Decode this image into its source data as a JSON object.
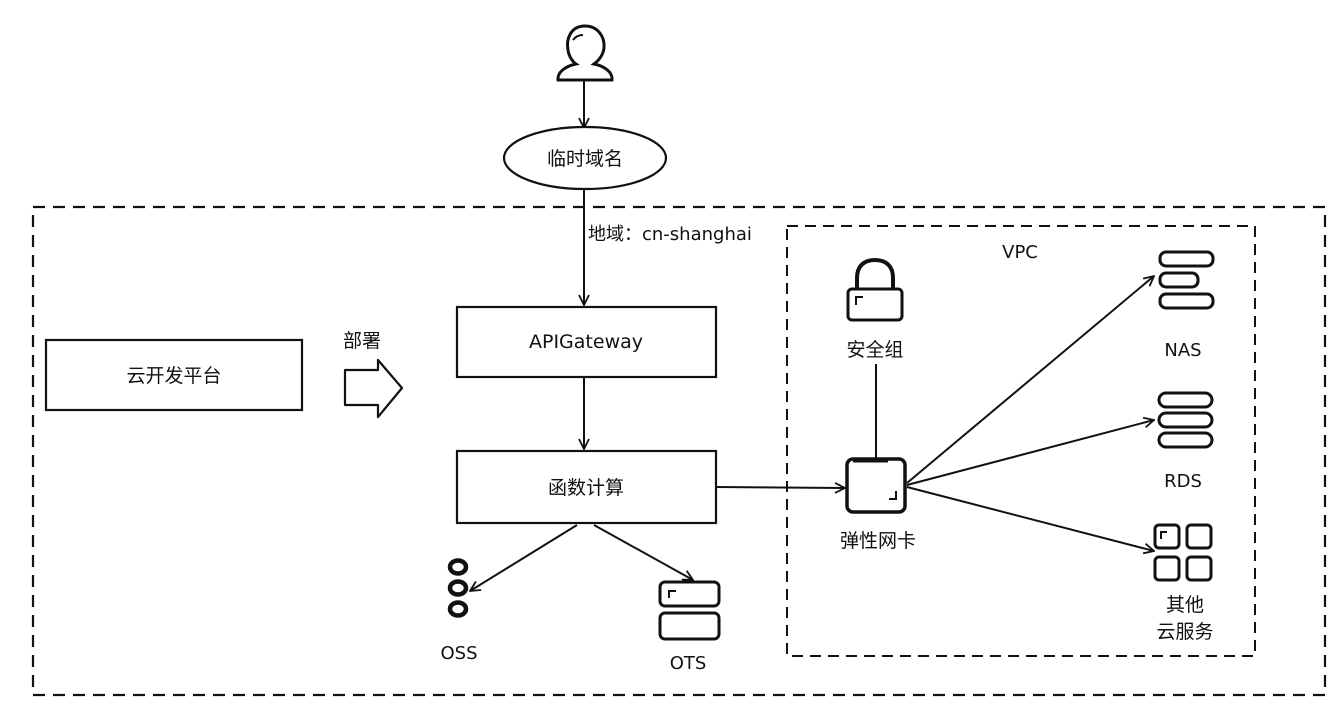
{
  "user_icon": "user-icon",
  "labels": {
    "temp_domain": "临时域名",
    "region": "地域：cn-shanghai",
    "vpc": "VPC",
    "cloud_dev_platform": "云开发平台",
    "deploy": "部署",
    "api_gateway": "APIGateway",
    "function_compute": "函数计算",
    "oss": "OSS",
    "ots": "OTS",
    "security_group": "安全组",
    "eni": "弹性网卡",
    "nas": "NAS",
    "rds": "RDS",
    "other_services_line1": "其他",
    "other_services_line2": "云服务"
  },
  "icons": {
    "oss": "oss-storage-icon",
    "ots": "ots-table-icon",
    "security_group": "lock-icon",
    "eni": "network-card-icon",
    "nas": "nas-storage-icon",
    "rds": "database-icon",
    "other_services": "grid-services-icon"
  },
  "colors": {
    "stroke": "#111111",
    "background": "#ffffff"
  }
}
